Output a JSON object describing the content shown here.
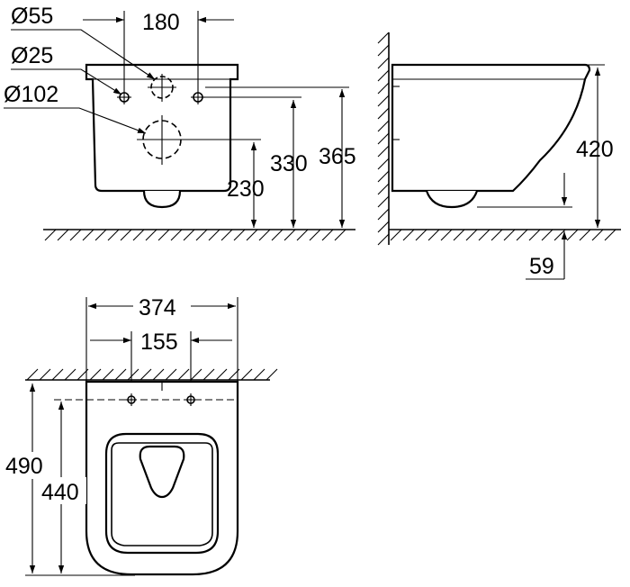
{
  "diagram": {
    "labels": {
      "d55": "Ø55",
      "d25": "Ø25",
      "d102": "Ø102",
      "w180": "180",
      "h230": "230",
      "h330": "330",
      "h365": "365",
      "h420": "420",
      "d59": "59",
      "w374": "374",
      "w155": "155",
      "l490": "490",
      "l440": "440"
    },
    "colors": {
      "line": "#000000",
      "background": "#ffffff"
    }
  }
}
